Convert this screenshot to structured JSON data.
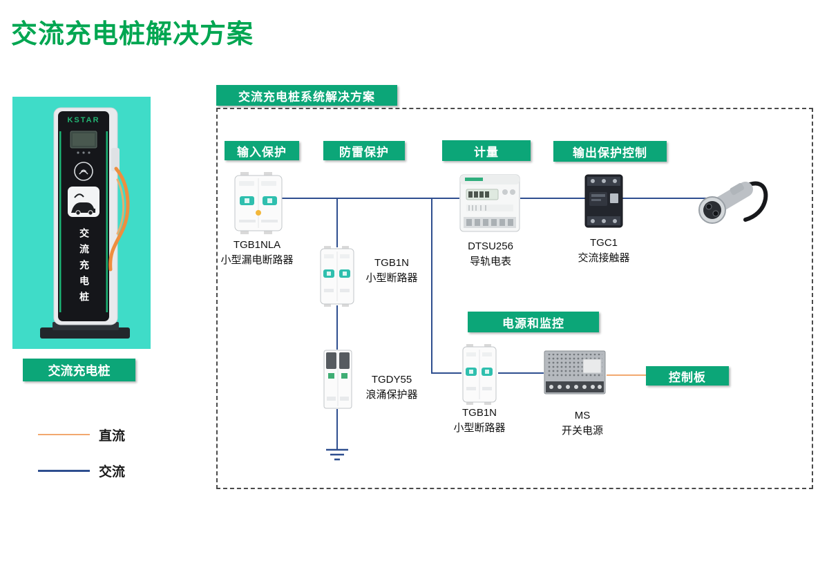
{
  "page": {
    "title": "交流充电桩解决方案"
  },
  "product": {
    "brand": "KSTAR",
    "vertical_label": "交流充电桩",
    "caption": "交流充电桩",
    "panel_bg": "#3FDCC8"
  },
  "legend": {
    "items": [
      {
        "label": "直流",
        "color": "#F2A86F"
      },
      {
        "label": "交流",
        "color": "#2E4E8F"
      }
    ]
  },
  "diagram": {
    "header": "交流充电桩系统解决方案",
    "badges": {
      "input_protection": "输入保护",
      "lightning_protection": "防雷保护",
      "metering": "计量",
      "output_protection_control": "输出保护控制",
      "power_and_monitoring": "电源和监控",
      "control_board": "控制板"
    },
    "components": {
      "rcbo": {
        "model": "TGB1NLA",
        "name": "小型漏电断路器"
      },
      "mcb1": {
        "model": "TGB1N",
        "name": "小型断路器"
      },
      "spd": {
        "model": "TGDY55",
        "name": "浪涌保护器"
      },
      "meter": {
        "model": "DTSU256",
        "name": "导轨电表"
      },
      "contactor": {
        "model": "TGC1",
        "name": "交流接触器"
      },
      "mcb2": {
        "model": "TGB1N",
        "name": "小型断路器"
      },
      "psu": {
        "model": "MS",
        "name": "开关电源"
      }
    },
    "colors": {
      "badge_green": "#0CA678",
      "title_green": "#00A651",
      "ac_line": "#2E4E8F",
      "dc_line": "#F2A86F"
    }
  }
}
